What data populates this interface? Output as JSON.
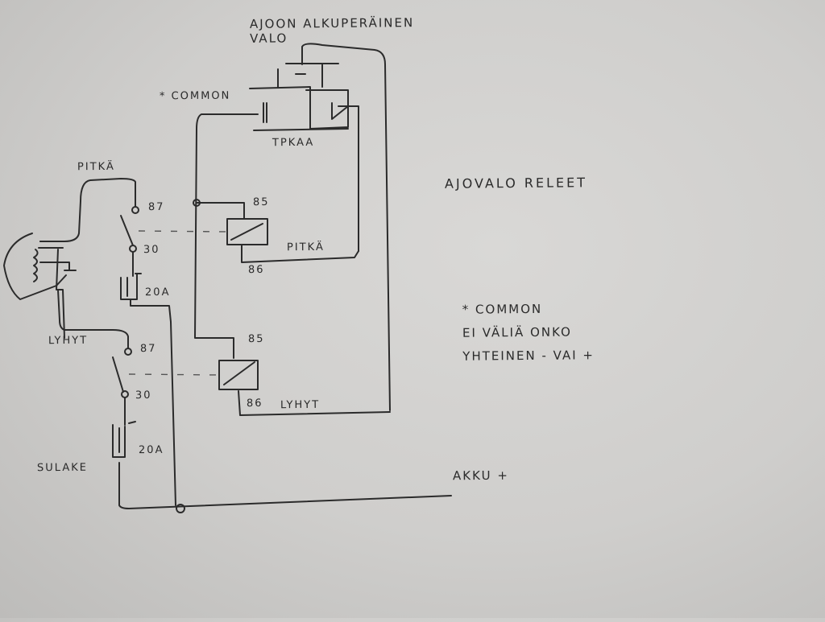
{
  "diagram": {
    "title": "AJOVALO RELEET",
    "headlight_label_line1": "AJOON ALKUPERÄINEN",
    "headlight_label_line2": "VALO",
    "common_label": "* COMMON",
    "connector_label": "TPKAA",
    "note": {
      "line1": "* COMMON",
      "line2": "EI VÄLIÄ ONKO",
      "line3": "YHTEINEN - VAI +"
    },
    "battery_label": "AKKU +",
    "fuse_label": "SULAKE",
    "switch": {
      "high_label": "PITKÄ",
      "low_label": "LYHYT"
    },
    "relays": [
      {
        "name": "PITKÄ",
        "pin_87": "87",
        "pin_30": "30",
        "pin_85": "85",
        "pin_86": "86",
        "fuse": "20A"
      },
      {
        "name": "LYHYT",
        "pin_87": "87",
        "pin_30": "30",
        "pin_85": "85",
        "pin_86": "86",
        "fuse": "20A"
      }
    ]
  }
}
